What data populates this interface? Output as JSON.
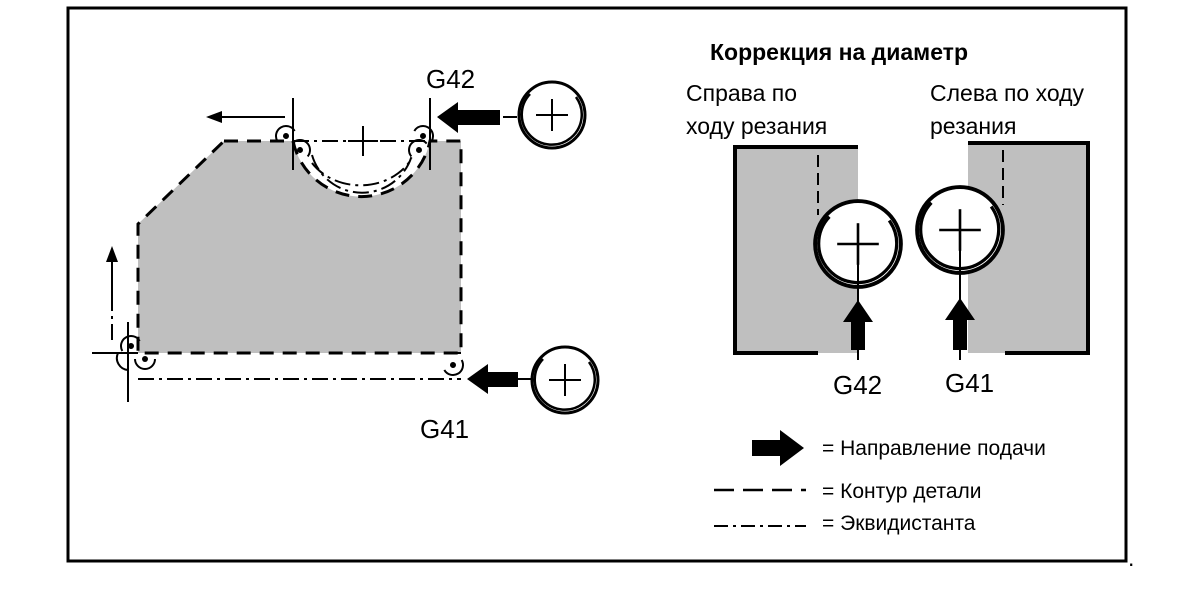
{
  "diagram": {
    "title": "Коррекция на диаметр",
    "left_part": {
      "label_top": "G42",
      "label_bottom": "G41"
    },
    "right_part": {
      "right_caption_line1": "Справа по",
      "right_caption_line2": "ходу резания",
      "left_caption_line1": "Слева по ходу",
      "left_caption_line2": "резания",
      "label_g42": "G42",
      "label_g41": "G41"
    },
    "legend": {
      "feed_direction": "= Направление подачи",
      "part_contour": "= Контур детали",
      "equidistant": "= Эквидистанта"
    },
    "trailing_mark": ".",
    "colors": {
      "part_fill": "#bfbfbf",
      "line": "#000000",
      "background": "#ffffff"
    }
  }
}
